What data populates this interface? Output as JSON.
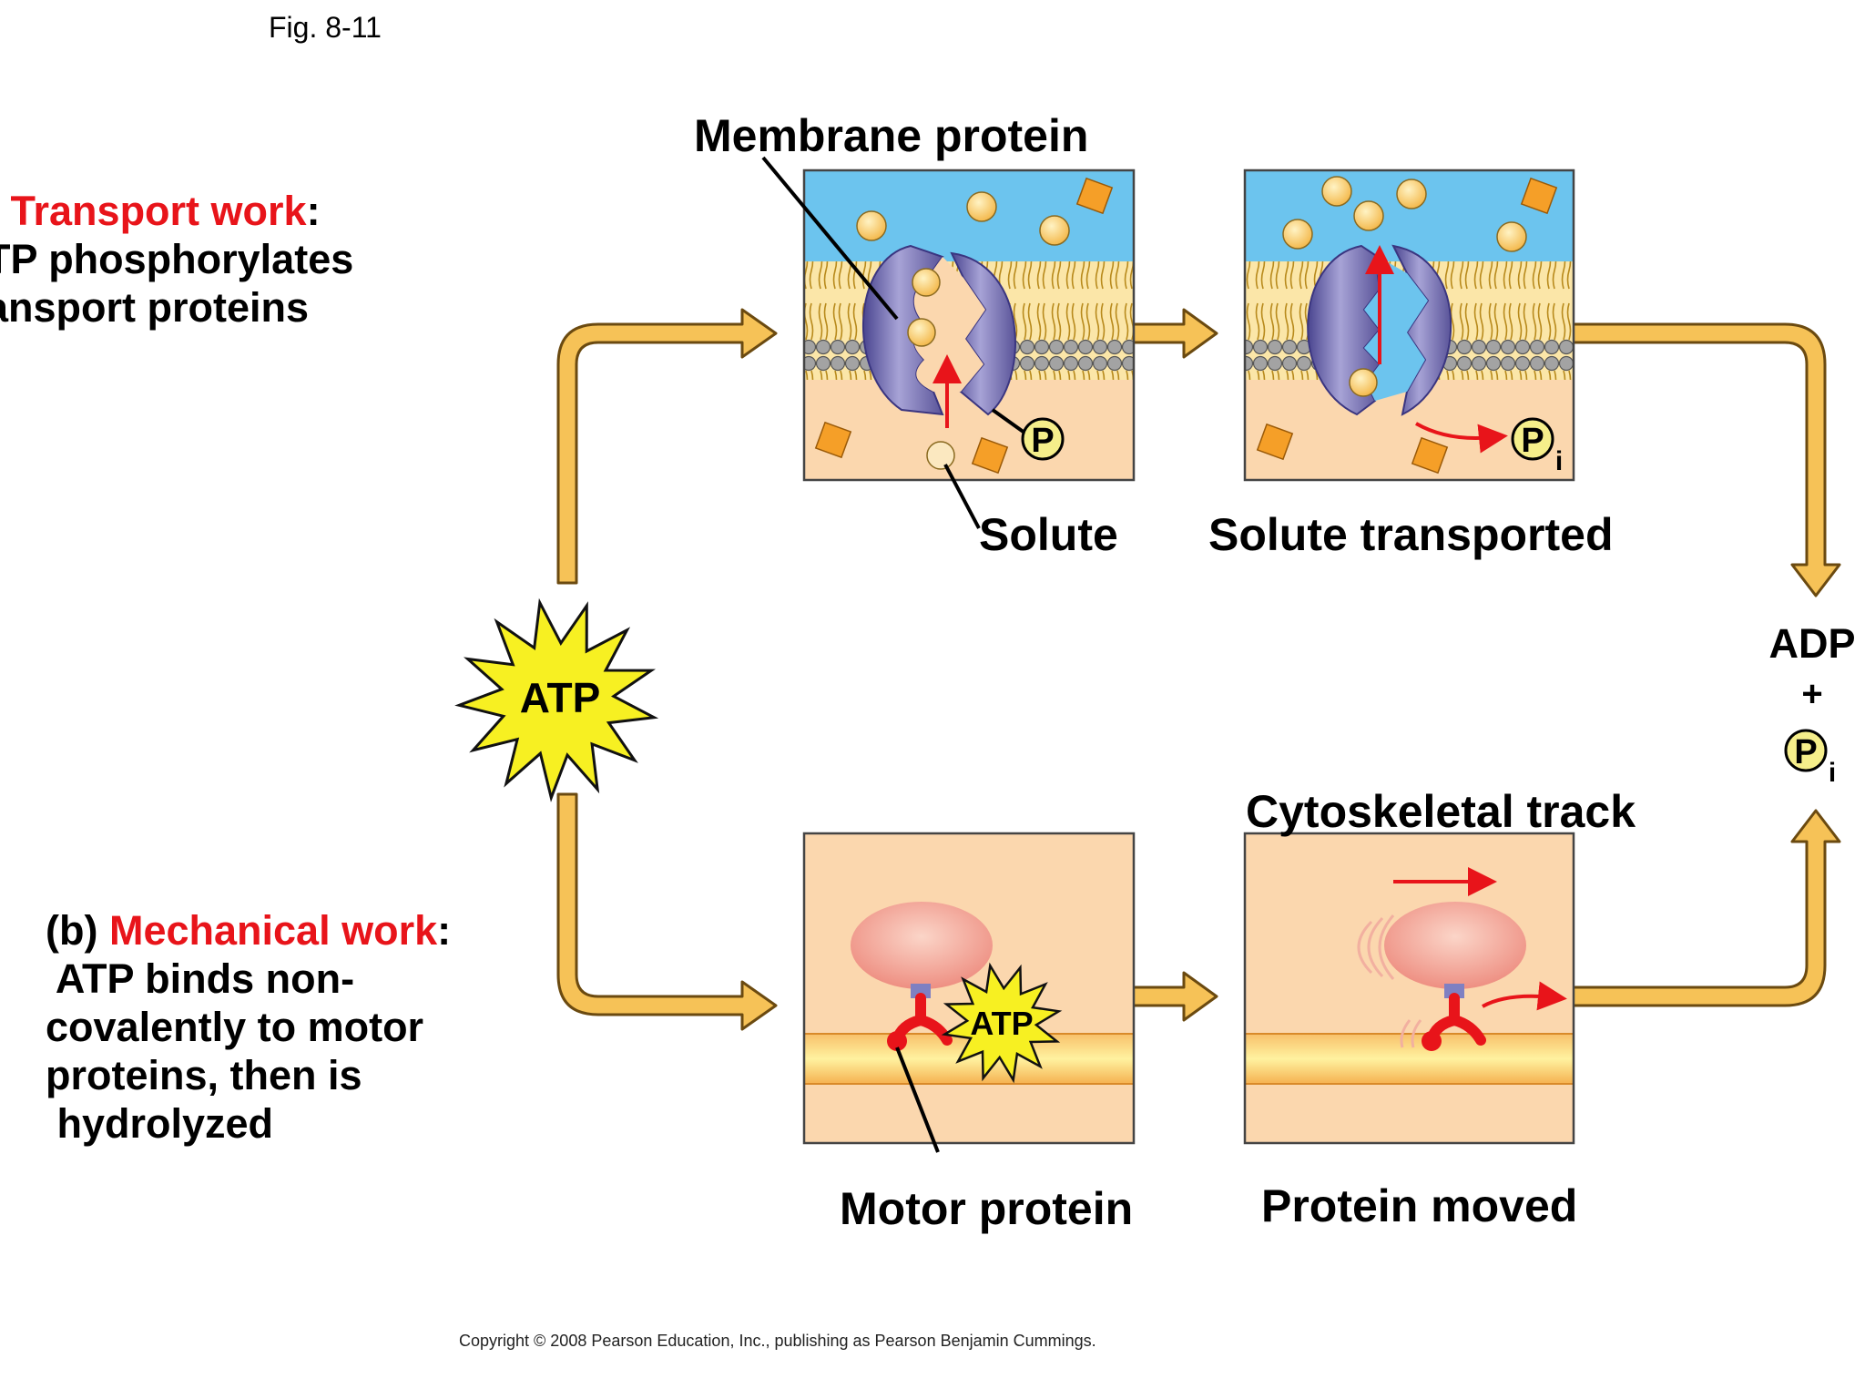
{
  "figure_label": "Fig. 8-11",
  "transport": {
    "prefix": ")",
    "title": "Transport work",
    "colon": ":",
    "line1": "TP phosphorylates",
    "line2": "ansport proteins"
  },
  "mechanical": {
    "prefix": "(b)",
    "title": "Mechanical work",
    "colon": ":",
    "line1": " ATP binds non-",
    "line2": "covalently to motor",
    "line3": "proteins, then is",
    "line4": " hydrolyzed"
  },
  "labels": {
    "membrane_protein": "Membrane protein",
    "solute": "Solute",
    "solute_transported": "Solute transported",
    "adp": "ADP",
    "plus": "+",
    "cytoskeletal_track": "Cytoskeletal track",
    "motor_protein": "Motor protein",
    "protein_moved": "Protein moved"
  },
  "atp": "ATP",
  "phosphate": "P",
  "inorganic_sub": "i",
  "copyright": "Copyright © 2008 Pearson Education, Inc., publishing as Pearson Benjamin Cummings.",
  "colors": {
    "arrow": "#f6c257",
    "arrow_stroke": "#6b4a10",
    "extracellular": "#6cc4ee",
    "cytoplasm": "#fbd7ae",
    "protein": "#6a62a8",
    "solute": "#f8cc6a",
    "accent_red": "#e8141a",
    "starburst": "#f7f022"
  }
}
